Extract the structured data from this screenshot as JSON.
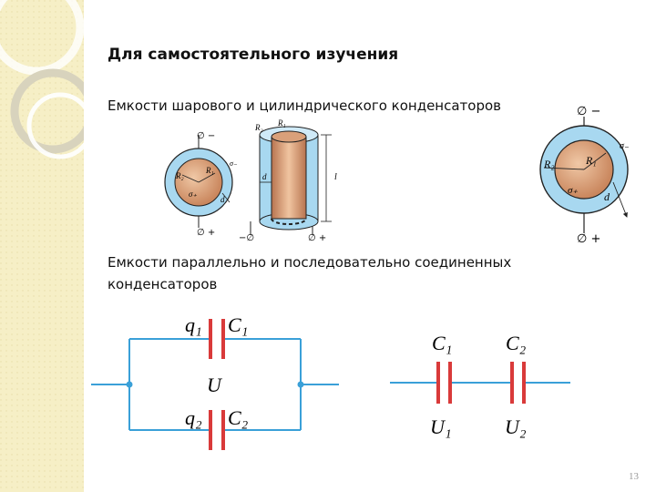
{
  "slide": {
    "title": "Для самостоятельного изучения",
    "subtitle_capacitors": "Емкости шарового и цилиндрического конденсаторов",
    "subtitle_connections_line1": "Емкости параллельно и последовательно соединенных",
    "subtitle_connections_line2": "конденсаторов",
    "page_number": "13"
  },
  "small_sphere": {
    "r2": "R₂",
    "r1": "R₁",
    "sigma_minus": "σ₋",
    "sigma_plus": "σ₊",
    "d": "d",
    "minus": "∅ −",
    "plus": "∅ +"
  },
  "cylinder": {
    "r2": "R₂",
    "r1": "R₁",
    "d": "d",
    "l": "l",
    "minus": "−∅",
    "plus": "∅ +"
  },
  "big_sphere": {
    "r2": "R₂",
    "r1": "R₁",
    "sigma_minus": "σ₋",
    "sigma_plus": "σ₊",
    "d": "d",
    "minus": "∅ −",
    "plus": "∅ +"
  },
  "parallel": {
    "q1": "q₁",
    "c1": "C₁",
    "u": "U",
    "q2": "q₂",
    "c2": "C₂"
  },
  "series": {
    "c1": "C₁",
    "c2": "C₂",
    "u1": "U₁",
    "u2": "U₂"
  },
  "colors": {
    "wire": "#3aa0d8",
    "plate": "#d93a3a",
    "dielectric": "#a8d8f0",
    "conductor": "#d9a07a",
    "sidebar": "#f6efc6"
  }
}
